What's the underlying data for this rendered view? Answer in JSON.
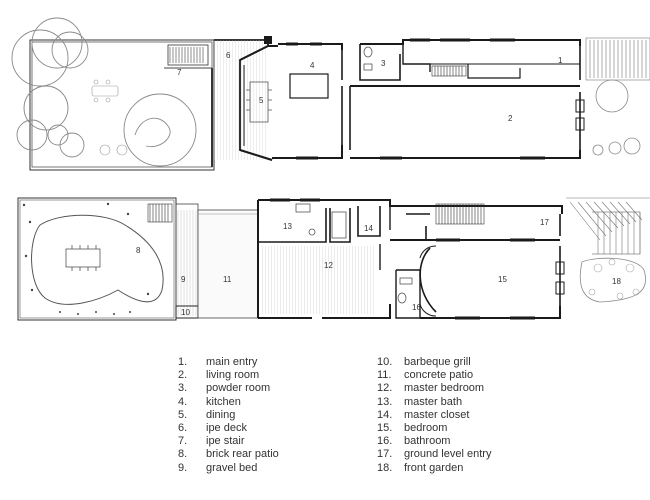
{
  "colors": {
    "wall": "#1a1a1a",
    "thin_line": "#555555",
    "tree_line": "#8a8a8a",
    "floor_hatch": "#bdbdbd",
    "text": "#333333",
    "background": "#ffffff"
  },
  "upper_plan": {
    "room_numbers": [
      "1",
      "2",
      "3",
      "4",
      "5",
      "6",
      "7"
    ]
  },
  "lower_plan": {
    "room_numbers": [
      "8",
      "9",
      "10",
      "11",
      "12",
      "13",
      "14",
      "15",
      "16",
      "17",
      "18"
    ]
  },
  "legend": {
    "col1": [
      {
        "num": "1.",
        "label": "main entry"
      },
      {
        "num": "2.",
        "label": "living room"
      },
      {
        "num": "3.",
        "label": "powder room"
      },
      {
        "num": "4.",
        "label": "kitchen"
      },
      {
        "num": "5.",
        "label": "dining"
      },
      {
        "num": "6.",
        "label": "ipe deck"
      },
      {
        "num": "7.",
        "label": "ipe stair"
      },
      {
        "num": "8.",
        "label": "brick rear patio"
      },
      {
        "num": "9.",
        "label": "gravel bed"
      }
    ],
    "col2": [
      {
        "num": "10.",
        "label": "barbeque grill"
      },
      {
        "num": "11.",
        "label": "concrete patio"
      },
      {
        "num": "12.",
        "label": "master bedroom"
      },
      {
        "num": "13.",
        "label": "master bath"
      },
      {
        "num": "14.",
        "label": "master closet"
      },
      {
        "num": "15.",
        "label": "bedroom"
      },
      {
        "num": "16.",
        "label": "bathroom"
      },
      {
        "num": "17.",
        "label": "ground level entry"
      },
      {
        "num": "18.",
        "label": "front garden"
      }
    ]
  }
}
